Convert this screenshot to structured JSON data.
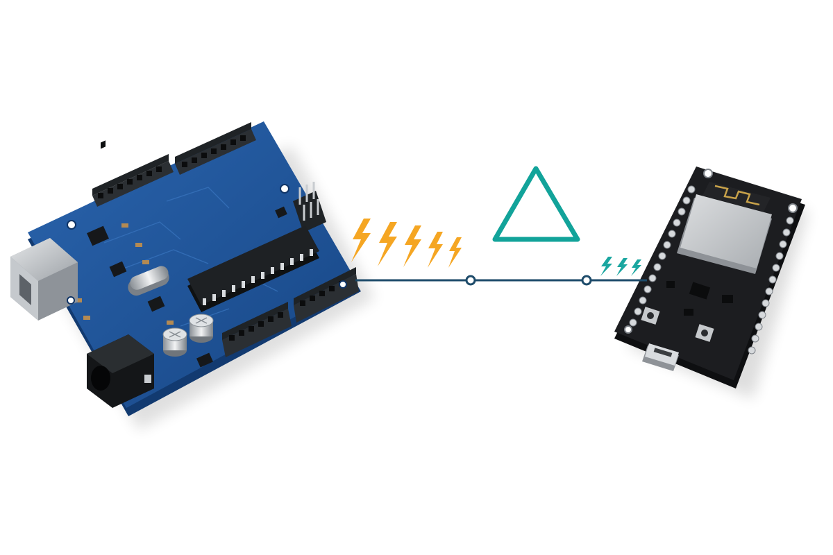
{
  "scene": {
    "background": "#ffffff",
    "colors": {
      "board_blue": "#1b4f94",
      "board_blue_edge": "#123a70",
      "header_black": "#1f2326",
      "esp_board": "#1c1d20",
      "esp_shield": "#c9cbcd",
      "antenna_gold": "#c8a24a",
      "wire": "#1d4b6a",
      "wire_node_fill": "#ffffff",
      "warning_teal": "#12a39a",
      "bolt_orange": "#f5a623",
      "bolt_teal": "#1aa6a0",
      "usb_silver": "#bfc3c7",
      "chip_black": "#16181a"
    },
    "icons": [
      "arduino-uno-board",
      "esp-dev-board",
      "warning-triangle-icon",
      "high-voltage-bolts-icon",
      "low-voltage-bolts-icon"
    ],
    "bolt_counts": {
      "high_voltage_side": 5,
      "low_voltage_side": 3
    }
  }
}
